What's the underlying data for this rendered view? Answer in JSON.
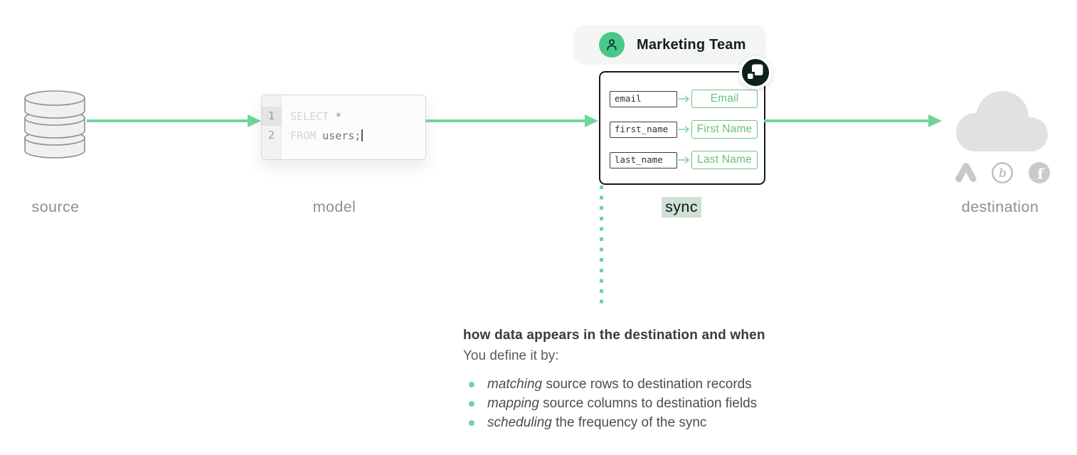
{
  "stages": {
    "source_label": "source",
    "model_label": "model",
    "sync_label": "sync",
    "destination_label": "destination"
  },
  "model_code": {
    "line1_number": "1",
    "line1_keyword": "SELECT",
    "line1_operator": "*",
    "line2_number": "2",
    "line2_keyword": "FROM",
    "line2_identifier": "users;"
  },
  "sync_card": {
    "team_label": "Marketing Team",
    "mappings": [
      {
        "source_field": "email",
        "destination_field": "Email"
      },
      {
        "source_field": "first_name",
        "destination_field": "First Name"
      },
      {
        "source_field": "last_name",
        "destination_field": "Last Name"
      }
    ]
  },
  "note": {
    "heading": "how data appears in the destination and when",
    "subheading": "You define it by:",
    "bullets": [
      {
        "keyword": "matching",
        "rest": " source rows to destination records"
      },
      {
        "keyword": "mapping",
        "rest": " source columns to destination fields"
      },
      {
        "keyword": "scheduling",
        "rest": " the frequency of the sync"
      }
    ]
  },
  "icons": {
    "source": "database-icon",
    "team_avatar": "user-icon",
    "card_badge": "hightouch-logo-icon",
    "destination": "cloud-icon",
    "destination_apps": [
      "google-ads-icon",
      "braze-icon",
      "facebook-icon"
    ]
  },
  "colors": {
    "arrow_green": "#72d49c",
    "mapping_green": "#6ec27f",
    "avatar_green": "#47c98c",
    "sync_highlight": "#cfe1d5",
    "muted_gray": "#8b9190",
    "badge_dark": "#0d2019"
  }
}
